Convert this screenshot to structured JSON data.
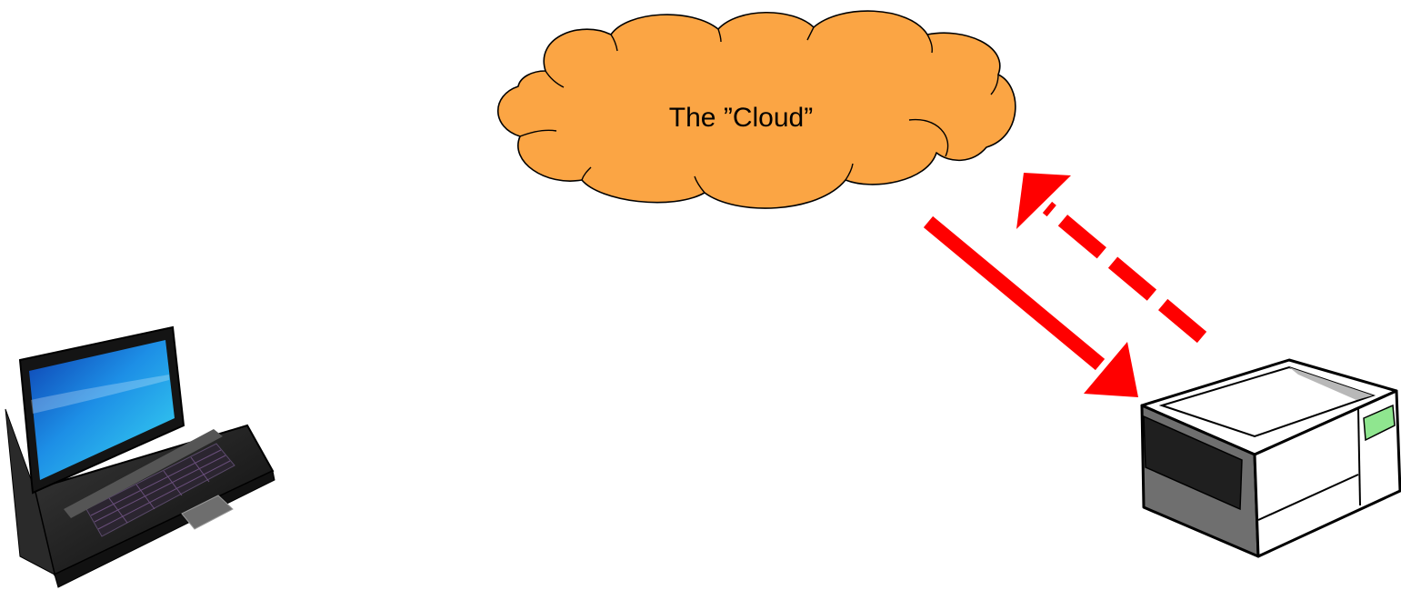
{
  "cloud": {
    "label": "The ”Cloud”",
    "fill_color": "#FBA544",
    "outline_color": "#000000"
  },
  "arrows": {
    "color": "#FF0000",
    "solid": {
      "from": "cloud",
      "to": "printer",
      "style": "solid"
    },
    "dashed": {
      "from": "printer",
      "to": "cloud",
      "style": "dashed"
    }
  },
  "devices": {
    "laptop": {
      "icon": "laptop-icon"
    },
    "printer": {
      "icon": "printer-icon"
    }
  }
}
